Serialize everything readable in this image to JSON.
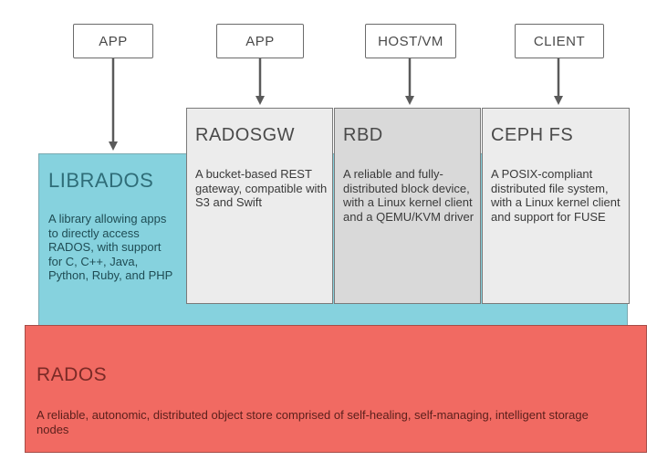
{
  "labels": {
    "app1": "APP",
    "app2": "APP",
    "host": "HOST/VM",
    "client": "CLIENT"
  },
  "librados": {
    "title": "LIBRADOS",
    "desc": "A library allowing apps to directly access RADOS, with support for C, C++, Java, Python, Ruby, and PHP"
  },
  "radosgw": {
    "title": "RADOSGW",
    "desc": "A bucket-based REST gateway, compatible with S3 and Swift"
  },
  "rbd": {
    "title": "RBD",
    "desc": "A reliable and fully-distributed block device, with a Linux kernel client and a QEMU/KVM driver"
  },
  "cephfs": {
    "title": "CEPH FS",
    "desc": "A POSIX-compliant distributed file system, with a Linux kernel client and support for FUSE"
  },
  "rados": {
    "title": "RADOS",
    "desc": "A reliable, autonomic, distributed object store comprised of self-healing, self-managing, intelligent storage nodes"
  },
  "colors": {
    "librados": "#86d2de",
    "rados": "#f16a62",
    "service": "#ececec",
    "rbd": "#d9d9d9"
  }
}
